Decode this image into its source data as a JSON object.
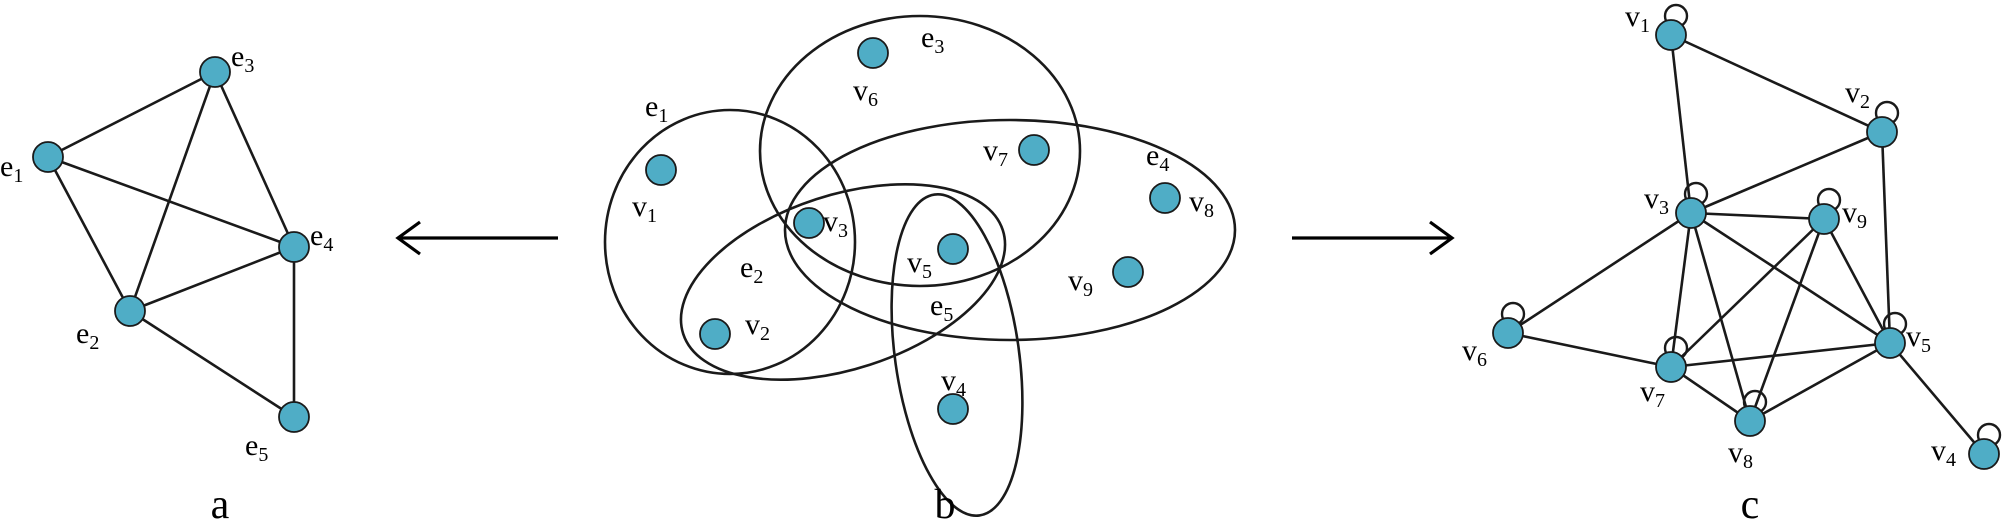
{
  "panels": {
    "a": "a",
    "b": "b",
    "c": "c"
  },
  "labels": {
    "base_e": "e",
    "base_v": "v",
    "idx": [
      "1",
      "2",
      "3",
      "4",
      "5",
      "6",
      "7",
      "8",
      "9"
    ]
  },
  "graph_a": {
    "nodes": [
      "e1",
      "e2",
      "e3",
      "e4",
      "e5"
    ],
    "edges": [
      [
        "e1",
        "e3"
      ],
      [
        "e1",
        "e2"
      ],
      [
        "e1",
        "e4"
      ],
      [
        "e3",
        "e2"
      ],
      [
        "e3",
        "e4"
      ],
      [
        "e2",
        "e4"
      ],
      [
        "e2",
        "e5"
      ],
      [
        "e4",
        "e5"
      ]
    ]
  },
  "hypergraph_b": {
    "vertices": [
      "v1",
      "v2",
      "v3",
      "v4",
      "v5",
      "v6",
      "v7",
      "v8",
      "v9"
    ],
    "hyperedges": [
      {
        "name": "e1",
        "members": [
          "v1",
          "v2",
          "v3"
        ]
      },
      {
        "name": "e2",
        "members": [
          "v2",
          "v3",
          "v5"
        ]
      },
      {
        "name": "e3",
        "members": [
          "v3",
          "v5",
          "v6",
          "v7"
        ]
      },
      {
        "name": "e4",
        "members": [
          "v3",
          "v5",
          "v7",
          "v8",
          "v9"
        ]
      },
      {
        "name": "e5",
        "members": [
          "v4",
          "v5"
        ]
      }
    ]
  },
  "graph_c": {
    "nodes": [
      "v1",
      "v2",
      "v3",
      "v4",
      "v5",
      "v6",
      "v7",
      "v8",
      "v9"
    ],
    "self_loops": [
      "v1",
      "v2",
      "v3",
      "v4",
      "v5",
      "v6",
      "v7",
      "v8",
      "v9"
    ],
    "edges": [
      [
        "v1",
        "v2"
      ],
      [
        "v1",
        "v3"
      ],
      [
        "v2",
        "v3"
      ],
      [
        "v2",
        "v5"
      ],
      [
        "v3",
        "v9"
      ],
      [
        "v3",
        "v6"
      ],
      [
        "v3",
        "v7"
      ],
      [
        "v3",
        "v8"
      ],
      [
        "v3",
        "v5"
      ],
      [
        "v9",
        "v7"
      ],
      [
        "v9",
        "v8"
      ],
      [
        "v9",
        "v5"
      ],
      [
        "v6",
        "v7"
      ],
      [
        "v7",
        "v5"
      ],
      [
        "v7",
        "v8"
      ],
      [
        "v8",
        "v5"
      ],
      [
        "v5",
        "v4"
      ]
    ]
  }
}
